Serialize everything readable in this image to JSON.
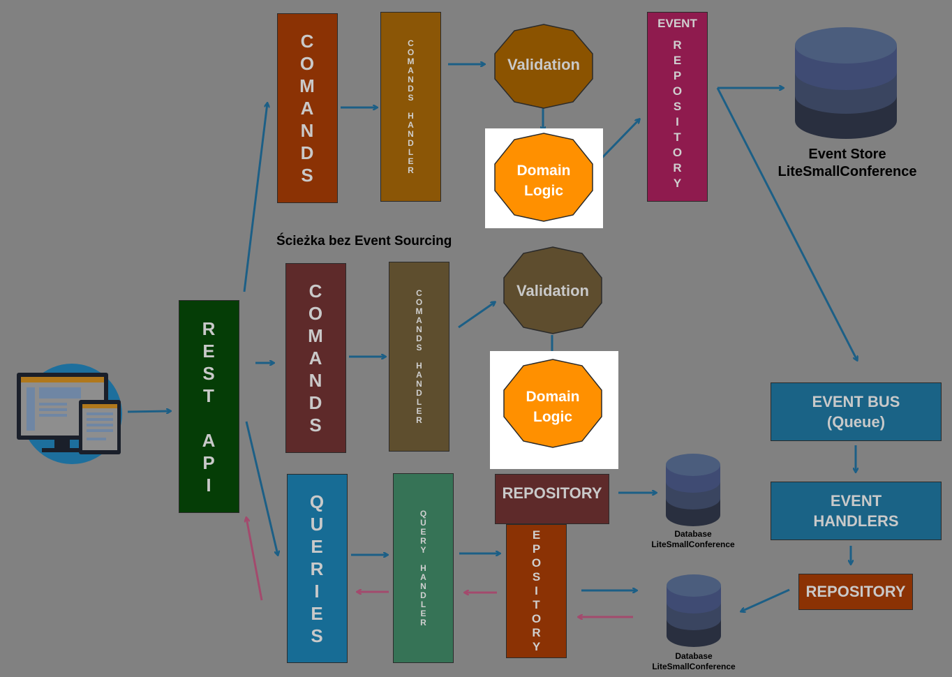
{
  "comands_label": "COMANDS",
  "comands_handler_label": "COMANDS HANDLER",
  "queries_label": "QUERIES",
  "query_handler_label": "QUERY HANDLER",
  "rest_api_label": "REST API",
  "event_repository_label": "EVENT REPOSITORY",
  "event_repository_head": "EVENT",
  "event_repository_tail": "REPOSITORY",
  "epository_label": "EPOSITORY",
  "repository_label": "REPOSITORY",
  "validation_label": "Validation",
  "domain_logic_line1": "Domain",
  "domain_logic_line2": "Logic",
  "event_store_line1": "Event Store",
  "event_store_line2": "LiteSmallConference",
  "path_title": "Ścieżka bez Event Sourcing",
  "event_bus_line1": "EVENT BUS",
  "event_bus_line2": "(Queue)",
  "event_handlers_line1": "EVENT",
  "event_handlers_line2": "HANDLERS",
  "database_line1": "Database",
  "database_line2": "LiteSmallConference",
  "colors": {
    "background": "#818181",
    "comands_top": "#8b3204",
    "handler_top": "#8b5606",
    "event_repo": "#8f1b4e",
    "comands_mid": "#5e2a2a",
    "handler_mid": "#5e4e2e",
    "queries": "#176c95",
    "query_handler": "#367356",
    "rest_api": "#053d06",
    "blue_arrow": "#1c5f86",
    "pink_arrow": "#a34a6d",
    "domain": "#ff9000"
  }
}
